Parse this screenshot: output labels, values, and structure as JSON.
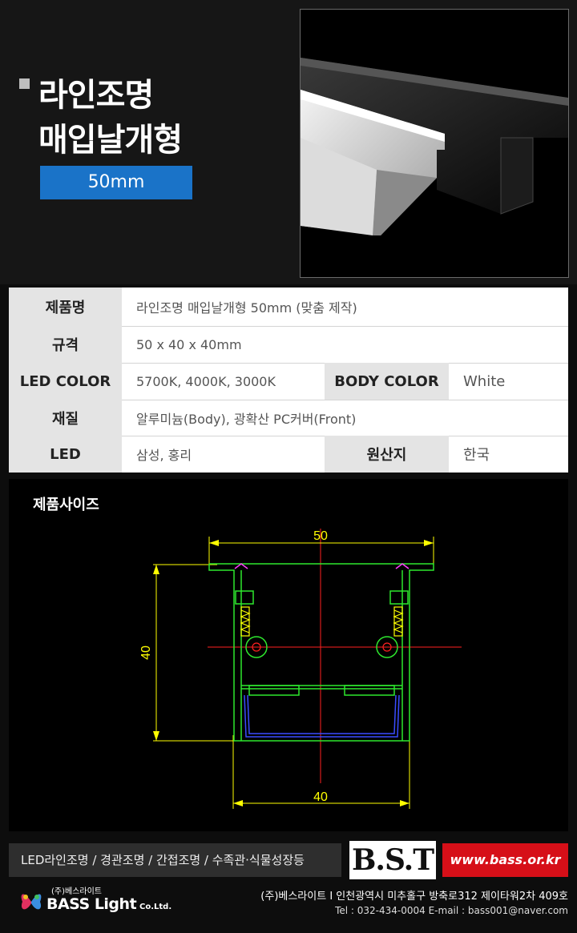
{
  "header": {
    "title_line1": "라인조명",
    "title_line2": "매입날개형",
    "size_badge": "50mm"
  },
  "spec_table": {
    "rows": [
      {
        "label": "제품명",
        "value": "라인조명 매입날개형 50mm (맞춤 제작)"
      },
      {
        "label": "규격",
        "value": "50 x 40 x 40mm"
      },
      {
        "label": "LED COLOR",
        "value": "5700K, 4000K, 3000K",
        "label2": "BODY COLOR",
        "value2": "White"
      },
      {
        "label": "재질",
        "value": "알루미늄(Body), 광확산 PC커버(Front)"
      },
      {
        "label": "LED",
        "value": "삼성, 홍리",
        "label2": "원산지",
        "value2": "한국"
      }
    ]
  },
  "size_section": {
    "title": "제품사이즈",
    "dim_top": "50",
    "dim_left": "40",
    "dim_bottom": "40"
  },
  "footer": {
    "applications": "LED라인조명 / 경관조명 / 간접조명 / 수족관·식물성장등",
    "bst_logo": "B.S.T",
    "website": "www.bass.or.kr",
    "brand_small": "(주)베스라이트",
    "brand_name": "BASS Light",
    "brand_suffix": "Co.Ltd.",
    "address": "(주)베스라이트  I  인천광역시 미추홀구 방축로312 제이타워2차 409호",
    "contact": "Tel : 032-434-0004    E-mail : bass001@naver.com"
  },
  "colors": {
    "accent_blue": "#1a73c8",
    "accent_red": "#d60f18",
    "dimension_yellow": "#ffff00",
    "profile_green": "#2ee82e",
    "centerline_red": "#ff2020"
  }
}
